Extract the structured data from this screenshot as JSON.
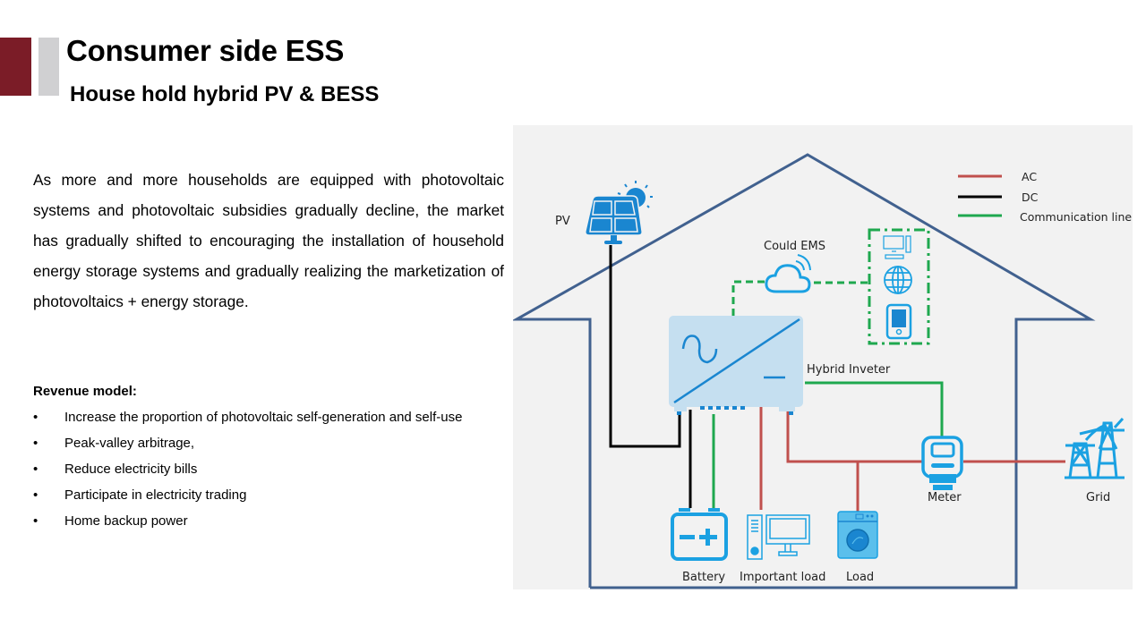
{
  "header": {
    "title": "Consumer side ESS",
    "subtitle": "House hold hybrid PV & BESS"
  },
  "intro_text": "As more and more households are equipped with photovoltaic systems and photovoltaic subsidies gradually decline, the market has gradually shifted to encouraging the installation of household energy storage systems and gradually realizing the marketization of photovoltaics + energy storage.",
  "revenue": {
    "title": "Revenue model:",
    "bullet": "•",
    "items": [
      "Increase the proportion of photovoltaic self-generation and self-use",
      "Peak-valley arbitrage,",
      "Reduce electricity bills",
      "Participate in electricity trading",
      "Home backup power"
    ]
  },
  "diagram": {
    "legend": [
      {
        "label": "AC",
        "color": "#c0504d"
      },
      {
        "label": "DC",
        "color": "#000000"
      },
      {
        "label": "Communication line",
        "color": "#1fa84f"
      }
    ],
    "labels": {
      "pv": "PV",
      "cloud_ems": "Could EMS",
      "hybrid_inverter": "Hybrid Inveter",
      "meter": "Meter",
      "grid": "Grid",
      "battery": "Battery",
      "important_load": "Important load",
      "load": "Load"
    },
    "colors": {
      "house_outline": "#41618f",
      "icon_blue": "#1ba1e2",
      "icon_blue_dark": "#1a86d0",
      "inverter_fill": "#c5dff0",
      "ac": "#c0504d",
      "dc": "#000000",
      "comm": "#1fa84f"
    }
  }
}
